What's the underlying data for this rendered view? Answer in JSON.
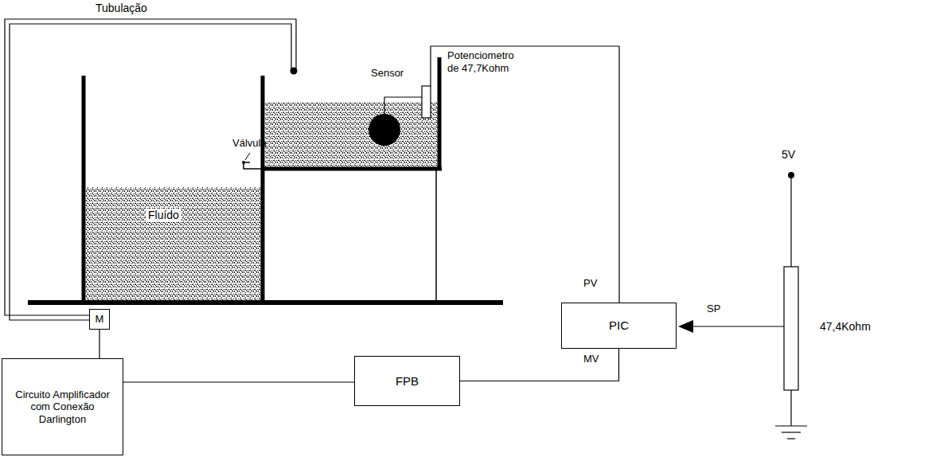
{
  "diagram": {
    "nodes": [
      {
        "text": [
          "M"
        ]
      },
      {
        "text": [
          "PIC"
        ]
      },
      {
        "text": [
          "Circuito Amplificador com Conexão Darlington"
        ]
      },
      {
        "text": [
          "FPB"
        ]
      }
    ],
    "edges": [
      {
        "from": 1,
        "to": 3,
        "arrow": "none"
      },
      {
        "from": 3,
        "to": 2,
        "arrow": "none"
      },
      {
        "from": 2,
        "to": 0,
        "arrow": "none"
      }
    ],
    "labels": [
      "Tubulação",
      "Válvula",
      "Sensor",
      "Potenciometro de 47,7Kohm",
      "Fluído",
      "PV",
      "MV",
      "5V",
      "SP",
      "47,4Kohm"
    ]
  }
}
